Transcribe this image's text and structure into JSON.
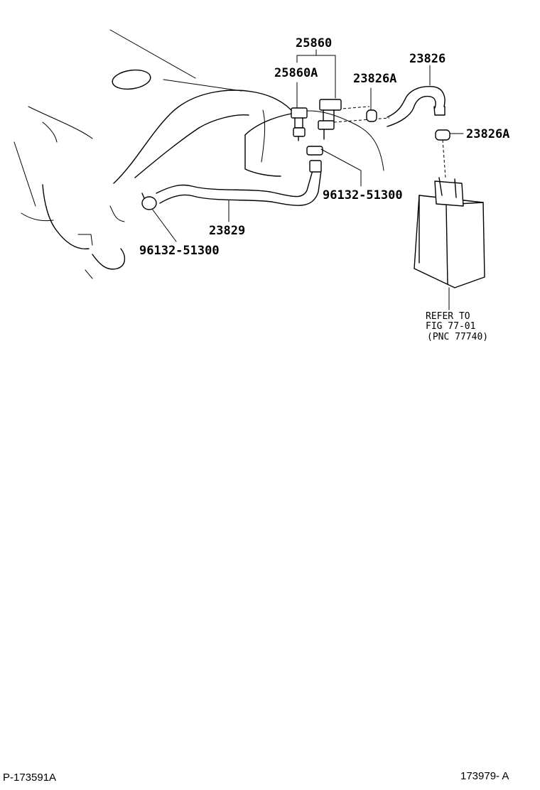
{
  "diagram": {
    "callouts": {
      "p25860": "25860",
      "p25860a": "25860A",
      "p23826": "23826",
      "p23826a_top": "23826A",
      "p23826a_right": "23826A",
      "p96132_right": "96132-51300",
      "p96132_left": "96132-51300",
      "p23829": "23829"
    },
    "note": {
      "line1": "REFER TO",
      "line2": "FIG 77-01",
      "line3": "(PNC 77740)"
    }
  },
  "footer": {
    "left": "P-173591A",
    "right": "173979- A"
  }
}
